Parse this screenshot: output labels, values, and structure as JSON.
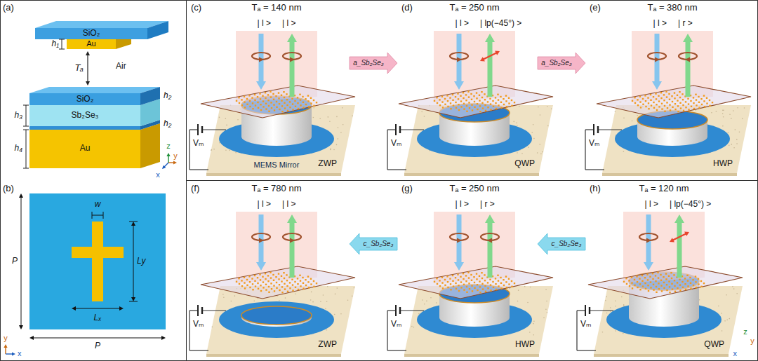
{
  "diagram": {
    "nodes": [
      {
        "text": [
          "(a)",
          "SiO₂",
          "Au",
          "h₁",
          "Tₐ",
          "Air",
          "SiO₂",
          "h₂",
          "h₃",
          "Sb₂Se₃",
          "h₂",
          "h₄",
          "Au",
          "x",
          "y",
          "z"
        ]
      },
      {
        "text": [
          "(b)",
          "w",
          "Ly",
          "P",
          "Lₓ",
          "P",
          "x",
          "y"
        ]
      },
      {
        "text": [
          "(c)",
          "Tₐ = 140 nm",
          "| l >",
          "| l >",
          "MEMS Mirror",
          "ZWP",
          "Vₘ"
        ]
      },
      {
        "text": [
          "(d)",
          "Tₐ = 250 nm",
          "| l >",
          "| lp(−45°) >",
          "QWP",
          "Vₘ"
        ]
      },
      {
        "text": [
          "(e)",
          "Tₐ = 380 nm",
          "| l >",
          "| r >",
          "HWP",
          "Vₘ"
        ]
      },
      {
        "text": [
          "(f)",
          "Tₐ = 780 nm",
          "| l >",
          "| l >",
          "ZWP",
          "Vₘ"
        ]
      },
      {
        "text": [
          "(g)",
          "Tₐ = 250 nm",
          "| l >",
          "| r >",
          "HWP",
          "Vₘ"
        ]
      },
      {
        "text": [
          "(h)",
          "Tₐ = 120 nm",
          "| l >",
          "| lp(−45°) >",
          "QWP",
          "Vₘ",
          "x",
          "y",
          "z"
        ]
      }
    ],
    "edges": [
      {
        "from": 2,
        "to": 3,
        "label": "a_Sb₂Se₃",
        "arrow": "to"
      },
      {
        "from": 3,
        "to": 4,
        "label": "a_Sb₂Se₃",
        "arrow": "to"
      },
      {
        "from": 7,
        "to": 6,
        "label": "c_Sb₂Se₃",
        "arrow": "to"
      },
      {
        "from": 6,
        "to": 5,
        "label": "c_Sb₂Se₃",
        "arrow": "to"
      }
    ]
  }
}
